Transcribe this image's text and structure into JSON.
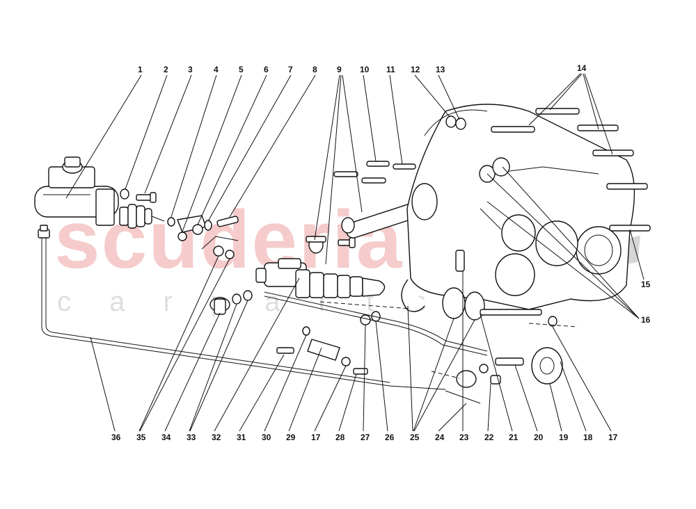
{
  "watermark": {
    "main_text": "scuderia",
    "sub_text": "c a r   p a r t s",
    "color": "#f4c3c3",
    "sub_color": "#d9d9d9",
    "flag_color": "#cfcfcf"
  },
  "diagram": {
    "subject": "clutch master cylinder, slave cylinder and bell housing exploded view",
    "line_color": "#111111"
  },
  "callouts_top": [
    "1",
    "2",
    "3",
    "4",
    "5",
    "6",
    "7",
    "8",
    "9",
    "10",
    "11",
    "12",
    "13"
  ],
  "callouts_right": [
    "14",
    "15",
    "16"
  ],
  "callouts_bottom": [
    "36",
    "35",
    "34",
    "33",
    "32",
    "31",
    "30",
    "29",
    "17",
    "28",
    "27",
    "26",
    "25",
    "24",
    "23",
    "22",
    "21",
    "20",
    "19",
    "18",
    "17"
  ]
}
